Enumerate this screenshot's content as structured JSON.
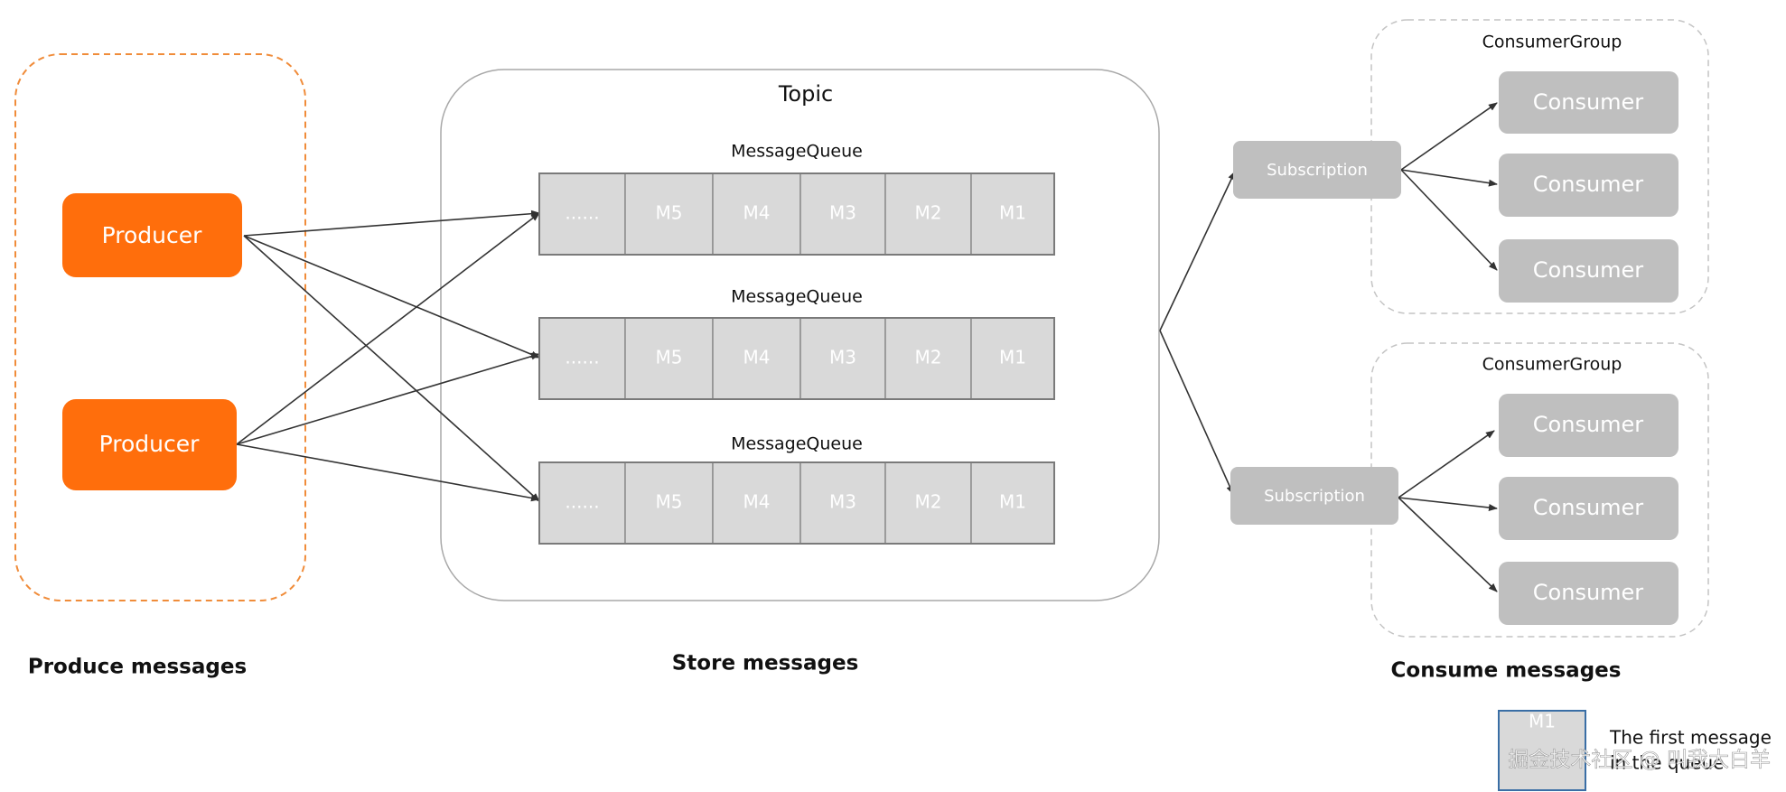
{
  "producer_section": {
    "producers": [
      "Producer",
      "Producer"
    ],
    "caption": "Produce messages"
  },
  "topic": {
    "title": "Topic",
    "caption": "Store messages",
    "queues": [
      {
        "label": "MessageQueue",
        "cells": [
          "......",
          "M5",
          "M4",
          "M3",
          "M2",
          "M1"
        ]
      },
      {
        "label": "MessageQueue",
        "cells": [
          "......",
          "M5",
          "M4",
          "M3",
          "M2",
          "M1"
        ]
      },
      {
        "label": "MessageQueue",
        "cells": [
          "......",
          "M5",
          "M4",
          "M3",
          "M2",
          "M1"
        ]
      }
    ]
  },
  "consumer_section": {
    "caption": "Consume messages",
    "groups": [
      {
        "label": "ConsumerGroup",
        "subscription": "Subscription",
        "consumers": [
          "Consumer",
          "Consumer",
          "Consumer"
        ]
      },
      {
        "label": "ConsumerGroup",
        "subscription": "Subscription",
        "consumers": [
          "Consumer",
          "Consumer",
          "Consumer"
        ]
      }
    ]
  },
  "legend": {
    "cell": "M1",
    "text_line1": "The first message",
    "text_line2": "in the queue"
  },
  "watermark": "掘金技术社区 @ 叫我大白羊",
  "colors": {
    "producer_fill": "#ff6e0c",
    "producer_border": "#f08c3a",
    "topic_border": "#a8a8a8",
    "cell_fill": "#d9d9d9",
    "cell_border": "#8c8c8c",
    "consumer_fill": "#bfbfbf",
    "group_border": "#c4c4c4",
    "arrow": "#333333",
    "legend_border": "#3a6ea5"
  }
}
